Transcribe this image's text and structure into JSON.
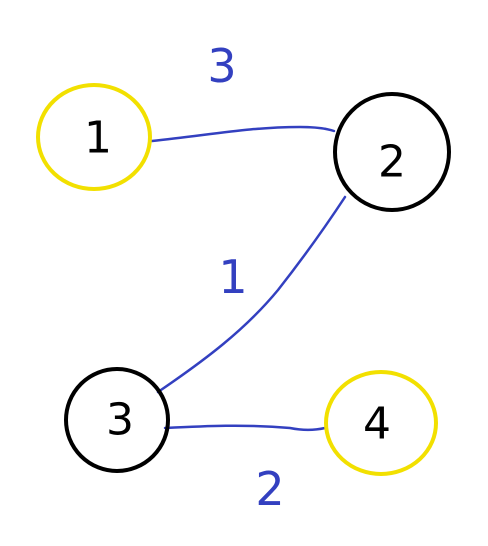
{
  "graph": {
    "nodes": [
      {
        "id": "1",
        "label": "1",
        "color": "#f2e000"
      },
      {
        "id": "2",
        "label": "2",
        "color": "#000000"
      },
      {
        "id": "3",
        "label": "3",
        "color": "#000000"
      },
      {
        "id": "4",
        "label": "4",
        "color": "#f2e000"
      }
    ],
    "edges": [
      {
        "from": "1",
        "to": "2",
        "weight": "3"
      },
      {
        "from": "2",
        "to": "3",
        "weight": "1"
      },
      {
        "from": "3",
        "to": "4",
        "weight": "2"
      }
    ],
    "edge_color": "#3340c0"
  }
}
